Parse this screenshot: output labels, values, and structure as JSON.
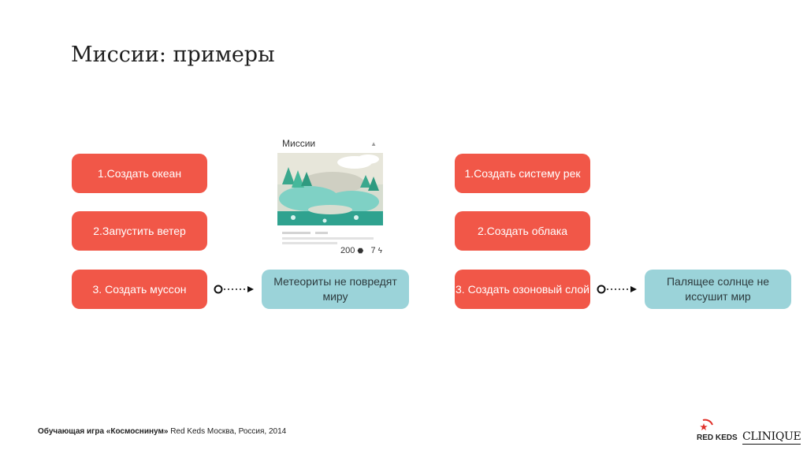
{
  "title": "Миссии: примеры",
  "left_missions": [
    "1.Создать океан",
    "2.Запустить ветер",
    "3. Создать муссон"
  ],
  "left_result": "Метеориты не повредят миру",
  "right_missions": [
    "1.Создать систему рек",
    "2.Создать облака",
    "3. Создать озоновый слой"
  ],
  "right_result": "Палящее солнце не иссушит мир",
  "card": {
    "header": "Миссии",
    "stat_points": "200",
    "stat_energy": "7"
  },
  "footer": {
    "game": "Обучающая игра «Космоснинум»",
    "org": "Red Keds Москва, Россия, 2014"
  },
  "logos": {
    "red_keds": "RED KEDS",
    "clinique": "CLINIQUE"
  },
  "colors": {
    "mission": "#f15748",
    "result": "#9bd3d9"
  }
}
